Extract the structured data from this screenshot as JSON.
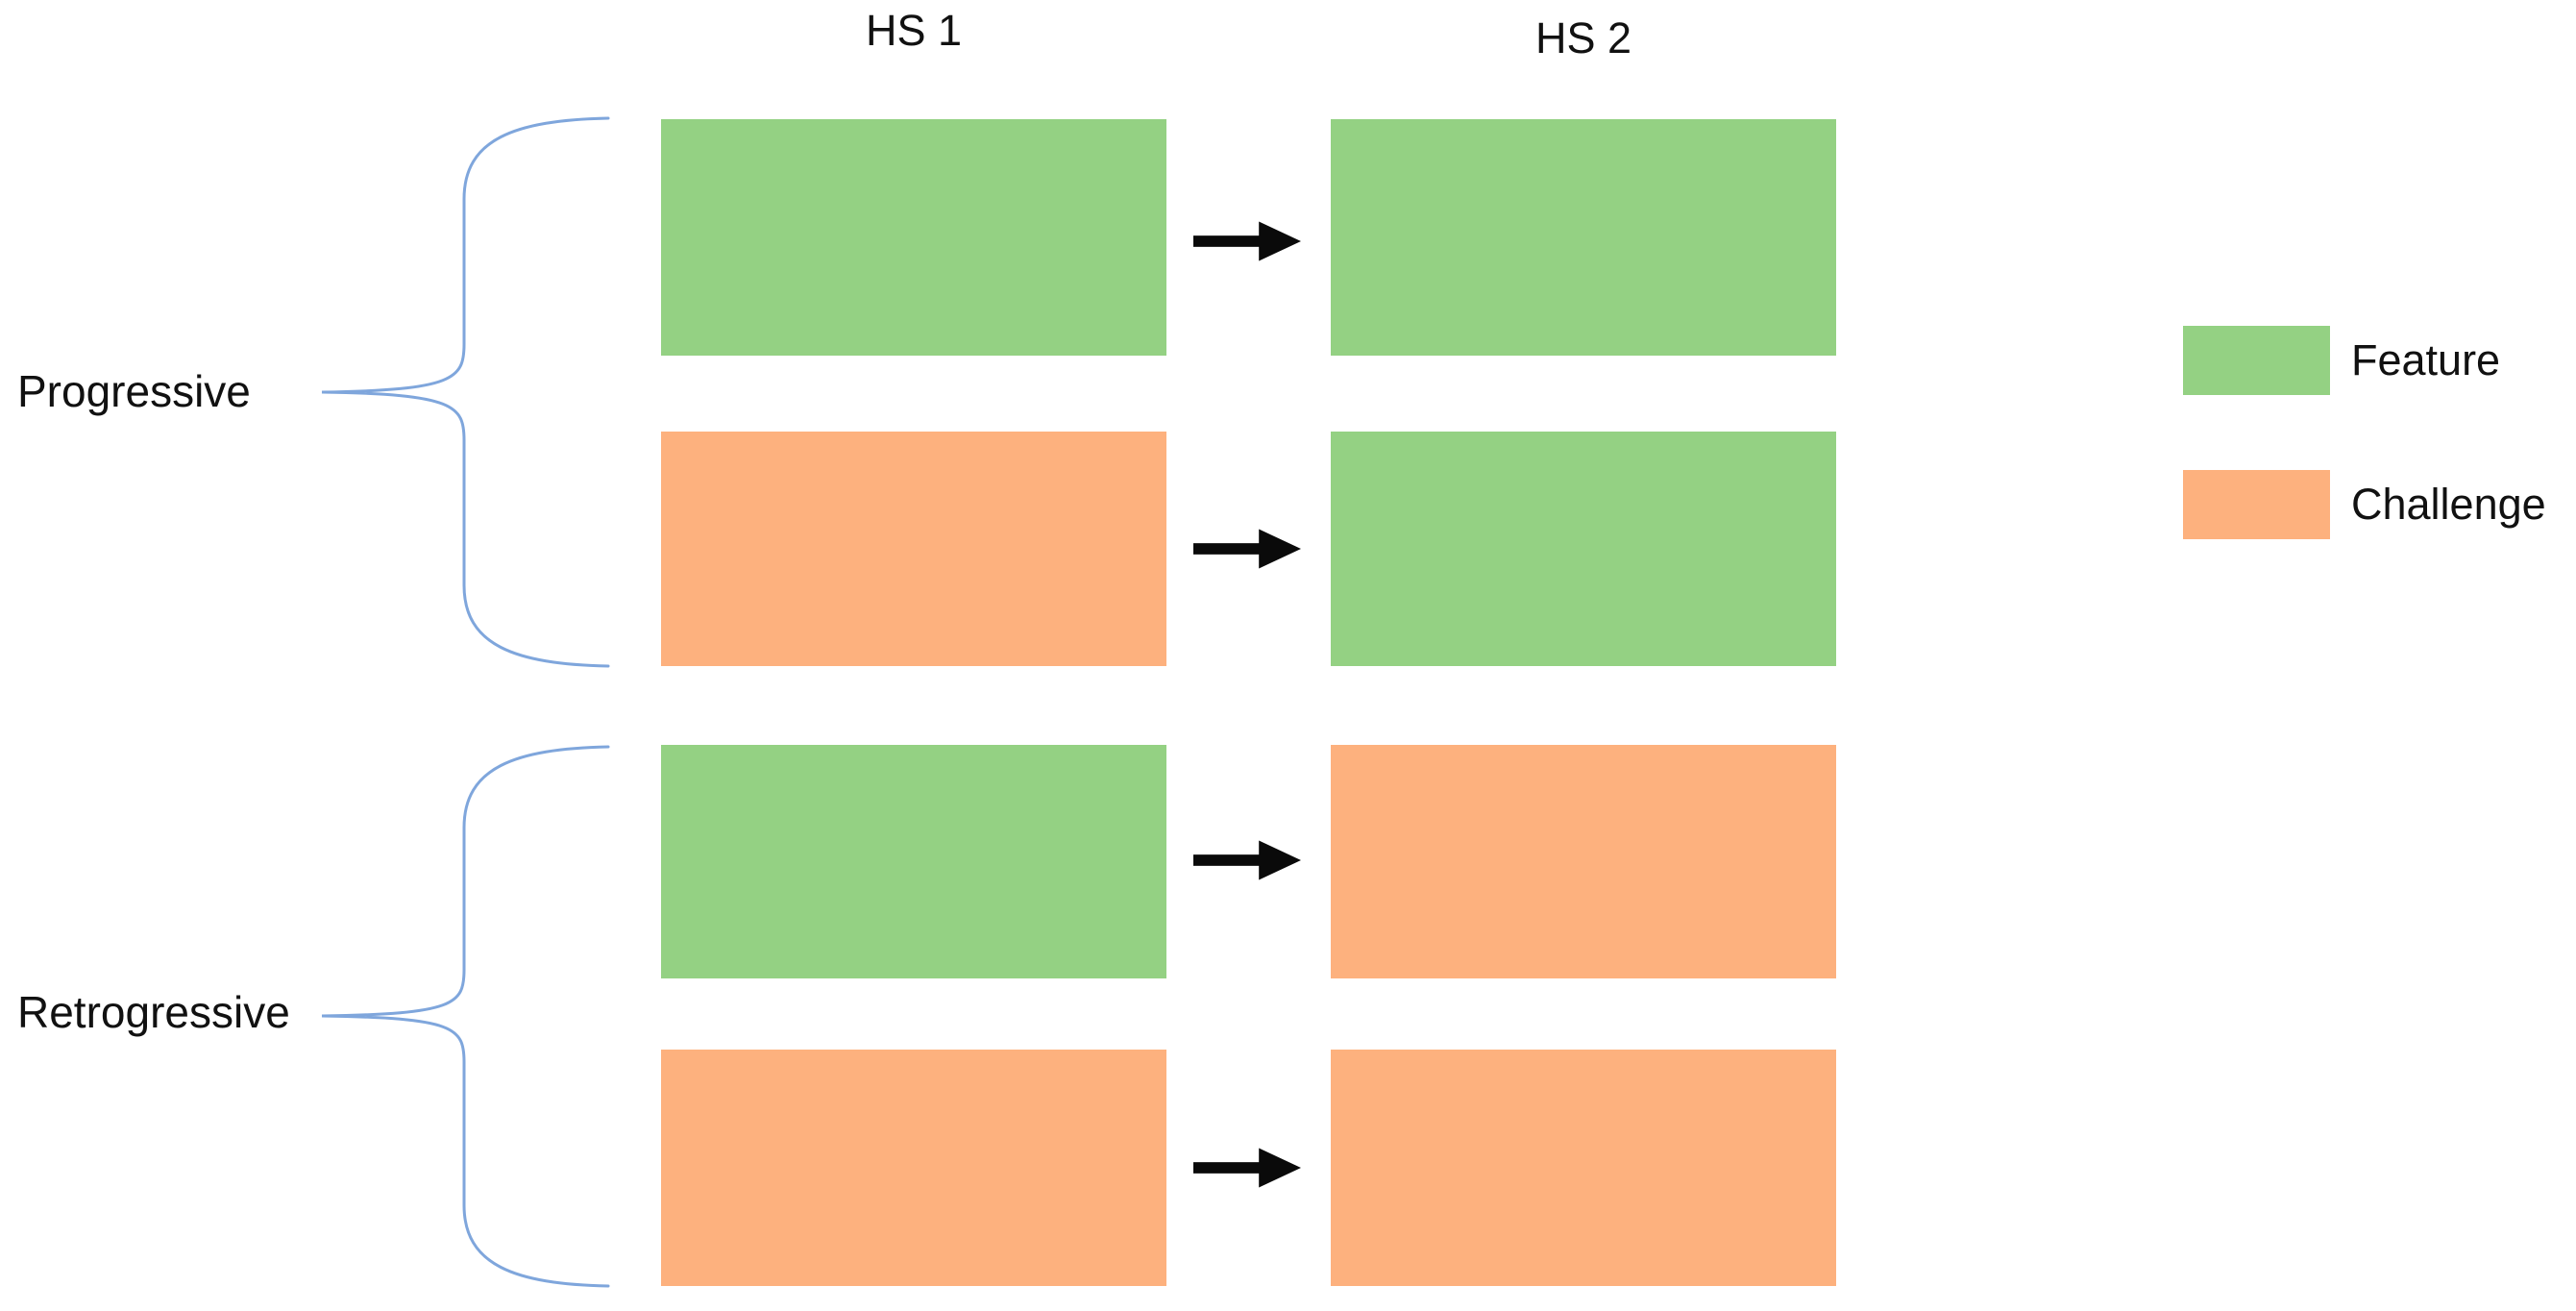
{
  "columns": {
    "hs1": "HS 1",
    "hs2": "HS 2"
  },
  "groups": [
    {
      "label": "Progressive",
      "rows": [
        {
          "hs1": "feature",
          "hs2": "feature"
        },
        {
          "hs1": "challenge",
          "hs2": "feature"
        }
      ]
    },
    {
      "label": "Retrogressive",
      "rows": [
        {
          "hs1": "feature",
          "hs2": "challenge"
        },
        {
          "hs1": "challenge",
          "hs2": "challenge"
        }
      ]
    }
  ],
  "legend": {
    "items": [
      {
        "label": "Feature",
        "color_key": "feature"
      },
      {
        "label": "Challenge",
        "color_key": "challenge"
      }
    ]
  },
  "colors": {
    "feature": "#94D183",
    "challenge": "#FDB17E",
    "brace": "#7FA6DC",
    "arrow": "#0A0A0A",
    "text": "#111111"
  }
}
